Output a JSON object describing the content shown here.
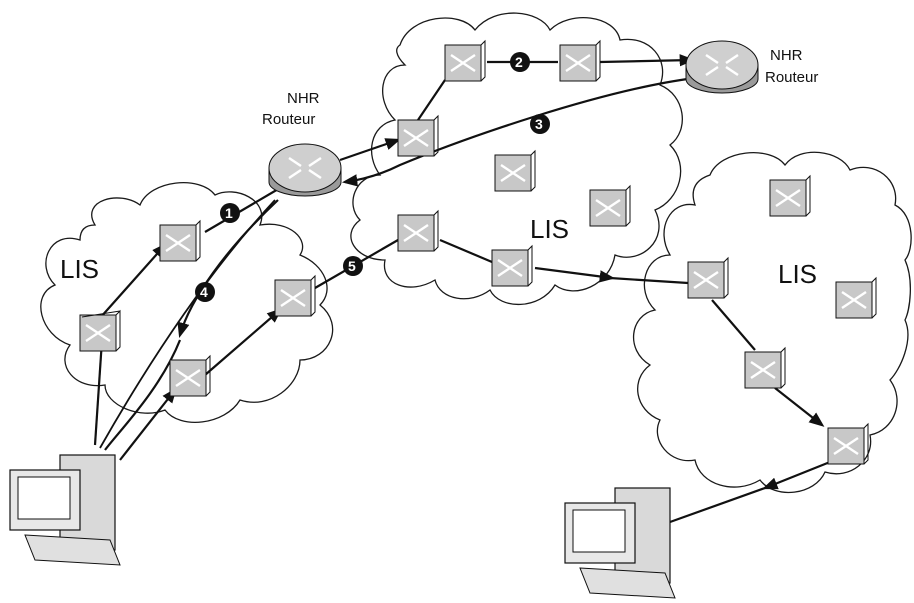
{
  "nhr_router_left": {
    "line1": "NHR",
    "line2": "Routeur"
  },
  "nhr_router_right": {
    "line1": "NHR",
    "line2": "Routeur"
  },
  "lis_labels": [
    "LIS",
    "LIS",
    "LIS"
  ],
  "steps": [
    "1",
    "2",
    "3",
    "4",
    "5"
  ],
  "colors": {
    "line": "#111111",
    "switch_front": "#c8c8c8",
    "router": "#bdbdbd",
    "step_badge": "#111111"
  }
}
